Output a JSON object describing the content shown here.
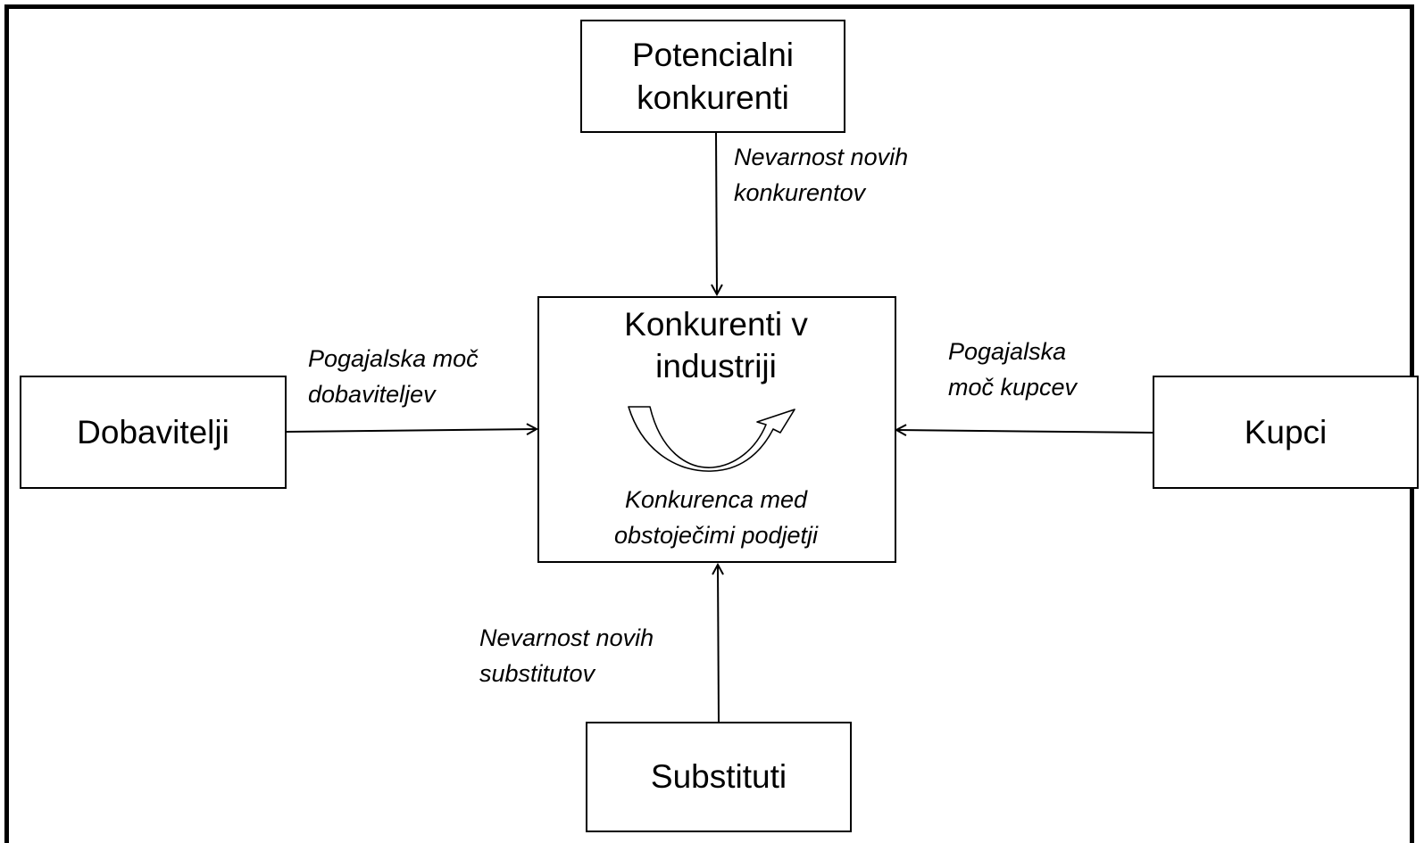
{
  "diagram": {
    "boxes": {
      "top": "Potencialni\nkonkurenti",
      "left": "Dobavitelji",
      "right": "Kupci",
      "bottom": "Substituti",
      "center_title": "Konkurenti v\nindustriji",
      "center_caption": "Konkurenca med\nobstoječimi podjetji"
    },
    "arrow_labels": {
      "top": "Nevarnost novih\nkonkurentov",
      "left": "Pogajalska moč\ndobaviteljev",
      "right": "Pogajalska\nmoč kupcev",
      "bottom": "Nevarnost novih\nsubstitutov"
    }
  }
}
